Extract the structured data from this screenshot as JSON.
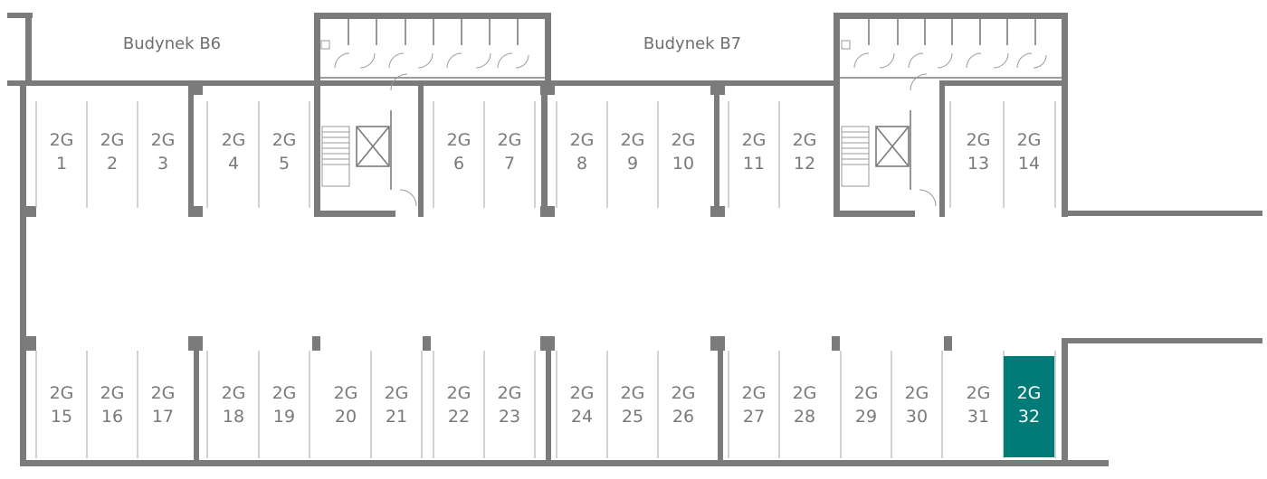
{
  "buildings": {
    "b6": "Budynek B6",
    "b7": "Budynek B7"
  },
  "spots": [
    {
      "id": "1",
      "prefix": "2G",
      "number": "1"
    },
    {
      "id": "2",
      "prefix": "2G",
      "number": "2"
    },
    {
      "id": "3",
      "prefix": "2G",
      "number": "3"
    },
    {
      "id": "4",
      "prefix": "2G",
      "number": "4"
    },
    {
      "id": "5",
      "prefix": "2G",
      "number": "5"
    },
    {
      "id": "6",
      "prefix": "2G",
      "number": "6"
    },
    {
      "id": "7",
      "prefix": "2G",
      "number": "7"
    },
    {
      "id": "8",
      "prefix": "2G",
      "number": "8"
    },
    {
      "id": "9",
      "prefix": "2G",
      "number": "9"
    },
    {
      "id": "10",
      "prefix": "2G",
      "number": "10"
    },
    {
      "id": "11",
      "prefix": "2G",
      "number": "11"
    },
    {
      "id": "12",
      "prefix": "2G",
      "number": "12"
    },
    {
      "id": "13",
      "prefix": "2G",
      "number": "13"
    },
    {
      "id": "14",
      "prefix": "2G",
      "number": "14"
    },
    {
      "id": "15",
      "prefix": "2G",
      "number": "15"
    },
    {
      "id": "16",
      "prefix": "2G",
      "number": "16"
    },
    {
      "id": "17",
      "prefix": "2G",
      "number": "17"
    },
    {
      "id": "18",
      "prefix": "2G",
      "number": "18"
    },
    {
      "id": "19",
      "prefix": "2G",
      "number": "19"
    },
    {
      "id": "20",
      "prefix": "2G",
      "number": "20"
    },
    {
      "id": "21",
      "prefix": "2G",
      "number": "21"
    },
    {
      "id": "22",
      "prefix": "2G",
      "number": "22"
    },
    {
      "id": "23",
      "prefix": "2G",
      "number": "23"
    },
    {
      "id": "24",
      "prefix": "2G",
      "number": "24"
    },
    {
      "id": "25",
      "prefix": "2G",
      "number": "25"
    },
    {
      "id": "26",
      "prefix": "2G",
      "number": "26"
    },
    {
      "id": "27",
      "prefix": "2G",
      "number": "27"
    },
    {
      "id": "28",
      "prefix": "2G",
      "number": "28"
    },
    {
      "id": "29",
      "prefix": "2G",
      "number": "29"
    },
    {
      "id": "30",
      "prefix": "2G",
      "number": "30"
    },
    {
      "id": "31",
      "prefix": "2G",
      "number": "31"
    },
    {
      "id": "32",
      "prefix": "2G",
      "number": "32",
      "selected": true
    }
  ],
  "colors": {
    "selected": "#007b78",
    "wall": "#7b7b7b",
    "line": "#b4b4b4",
    "text": "#7a7a7a"
  },
  "icons": {
    "stairs": "stairs-icon",
    "elevator": "elevator-icon",
    "door": "door-icon"
  }
}
